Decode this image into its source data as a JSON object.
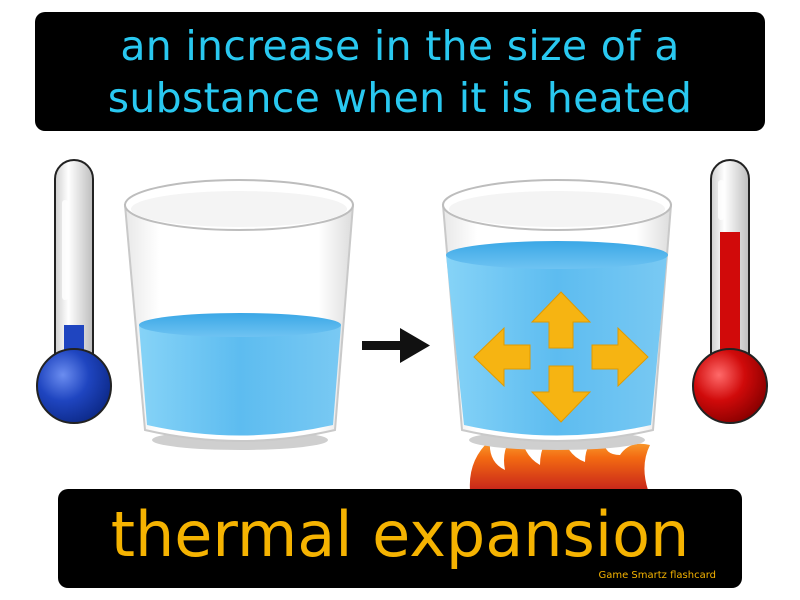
{
  "definition": {
    "line1": "an increase in the size of a",
    "line2": "substance when it is heated"
  },
  "term": "thermal expansion",
  "brand": "Game  Smartz  flashcard",
  "colors": {
    "definition_text": "#29c8f0",
    "term_text": "#f5b301",
    "box_background": "#000000",
    "cold_thermometer": "#1f4fc4",
    "hot_thermometer": "#d10a0a",
    "water": "#6fc7f3",
    "arrows": "#f6b412",
    "flame": "#f36a12"
  },
  "icons": [
    "cold-thermometer-icon",
    "room-glass-icon",
    "right-arrow-icon",
    "heated-glass-icon",
    "expansion-arrows-icon",
    "flame-icon",
    "hot-thermometer-icon"
  ]
}
